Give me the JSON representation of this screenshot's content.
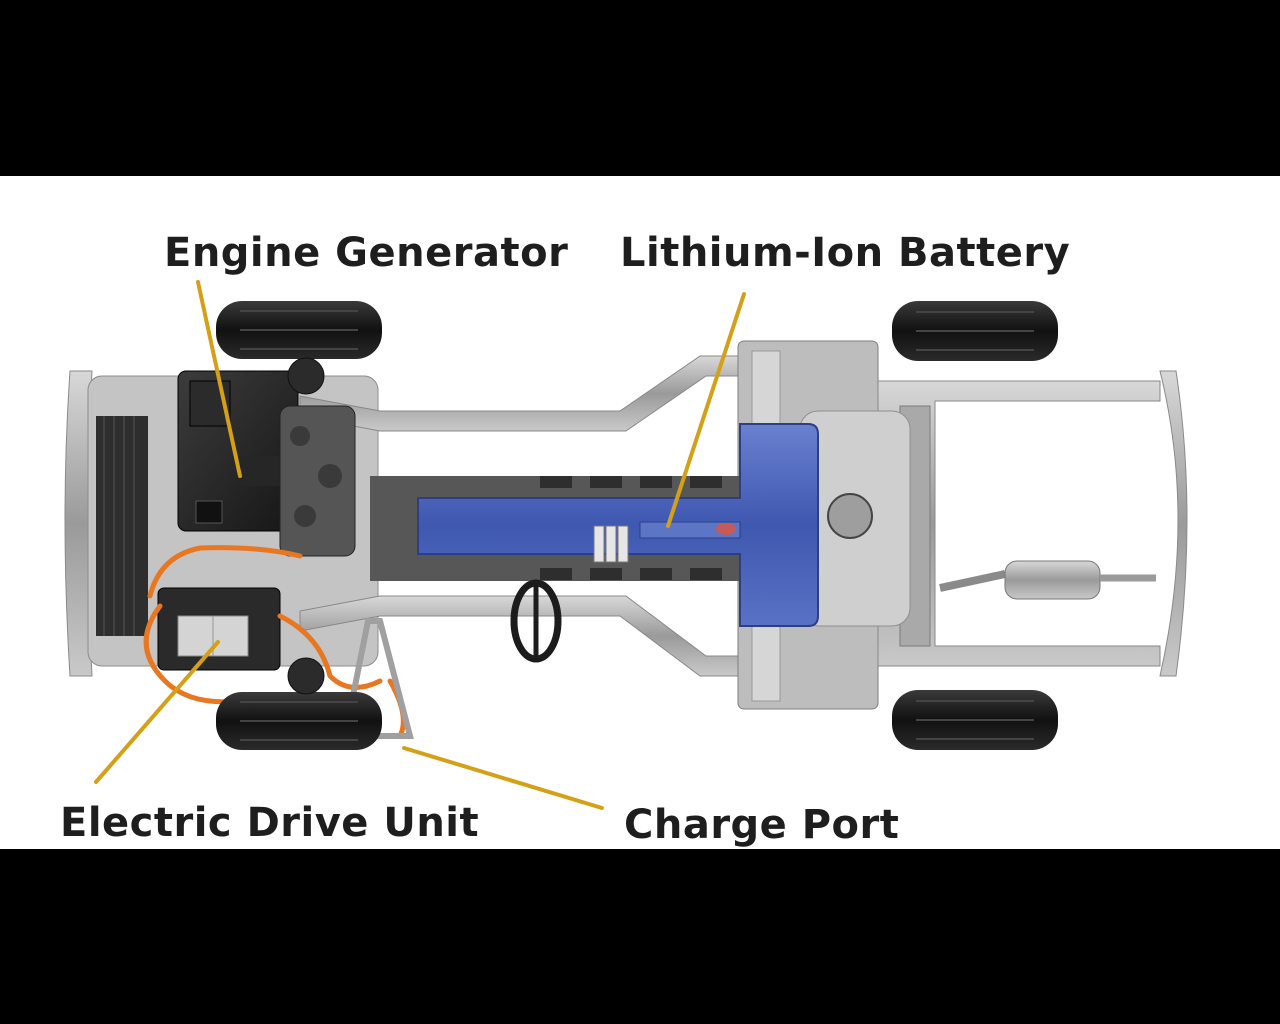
{
  "labels": {
    "engine_generator": "Engine Generator",
    "lithium_ion_battery": "Lithium-Ion Battery",
    "electric_drive_unit": "Electric Drive Unit",
    "charge_port": "Charge Port"
  },
  "colors": {
    "leader_line": "#d4a017",
    "battery": "#4a63b8",
    "background": "#ffffff",
    "letterbox": "#000000",
    "label_text": "#1e1e1e",
    "frame": "#b9b9b9",
    "tire": "#1a1a1a",
    "wiring": "#e87722"
  }
}
